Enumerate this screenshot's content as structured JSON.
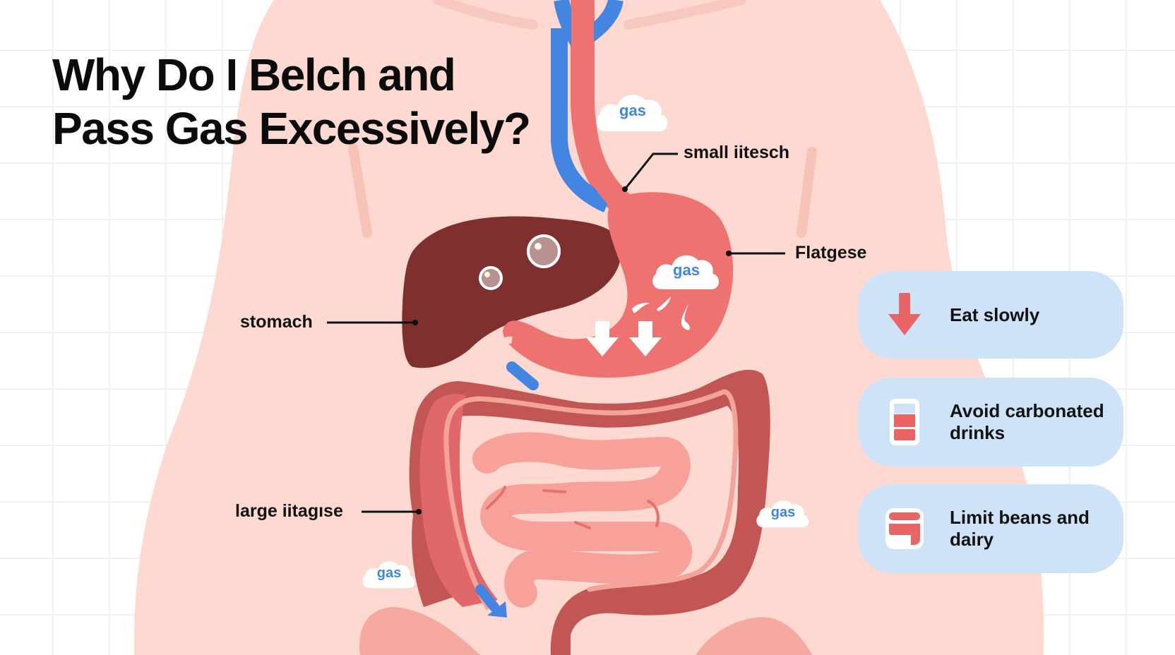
{
  "title": "Why Do I Belch and Pass Gas Excessively?",
  "title_lines": [
    "Why Do I Belch and",
    "Pass Gas Excessively?"
  ],
  "labels": {
    "small_intestine": "small iitesch",
    "flatulence": "Flatgese",
    "stomach": "stomach",
    "large_intestine": "large iitagıse"
  },
  "gas_clouds": [
    {
      "id": "esophagus",
      "text": "gas"
    },
    {
      "id": "stomach",
      "text": "gas"
    },
    {
      "id": "colon-right",
      "text": "gas"
    },
    {
      "id": "colon-left",
      "text": "gas"
    }
  ],
  "tips": [
    {
      "text": "Eat slowly",
      "icon": "down-arrow-icon"
    },
    {
      "text": "Avoid carbonated drinks",
      "icon": "soda-can-icon"
    },
    {
      "text": "Limit beans and dairy",
      "icon": "dairy-carton-icon"
    }
  ],
  "colors": {
    "body": "#fdd9d1",
    "liver": "#7f2f2e",
    "stomach": "#ee7370",
    "colon": "#c15654",
    "small_intestine": "#f8a19b",
    "esophagus_blue": "#4385e0",
    "tip_card": "#cfe3f8",
    "gas_text": "#3f86de"
  }
}
